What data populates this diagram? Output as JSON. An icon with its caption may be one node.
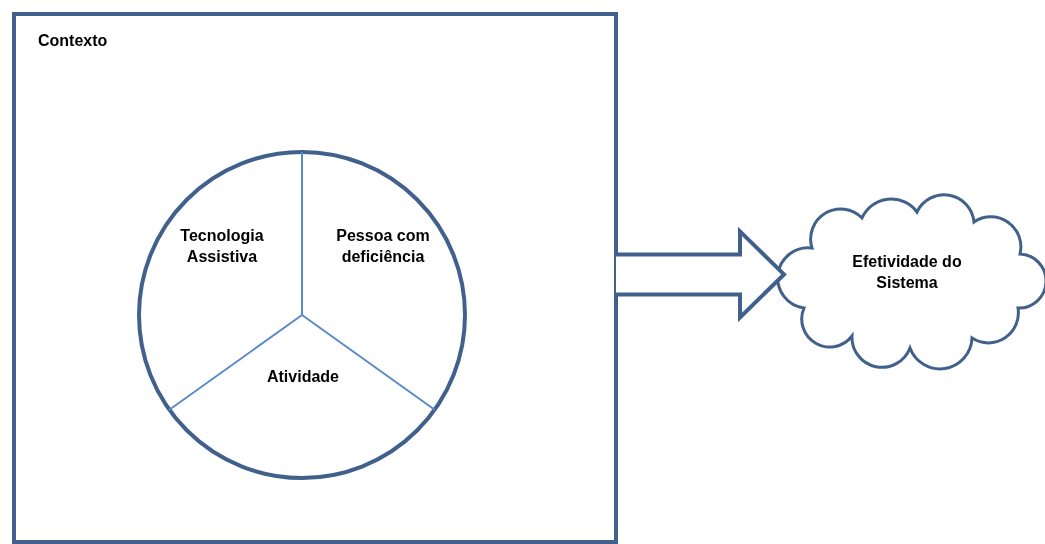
{
  "diagram": {
    "nodes": [
      {
        "text": [
          "Contexto"
        ]
      },
      {
        "text": [],
        "shape": "circle",
        "in": 0
      },
      {
        "text": [
          "Tecnologia Assistiva"
        ],
        "in": 1
      },
      {
        "text": [
          "Pessoa com deficiência"
        ],
        "in": 1
      },
      {
        "text": [
          "Atividade"
        ],
        "in": 1
      },
      {
        "text": [
          "Efetividade do Sistema"
        ]
      }
    ],
    "edges": [
      {
        "from": 0,
        "to": 5,
        "arrow": "to",
        "style": "thick"
      }
    ]
  }
}
